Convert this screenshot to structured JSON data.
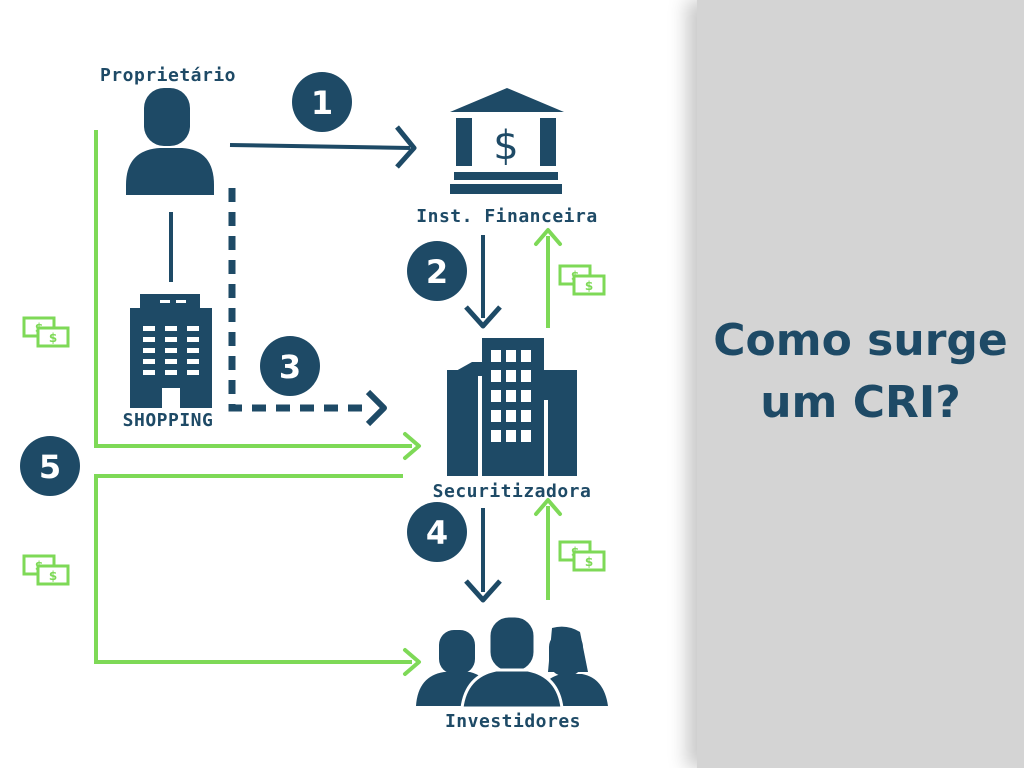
{
  "title_lines": [
    "Como surge",
    "um CRI?"
  ],
  "nodes": {
    "proprietario": "Proprietário",
    "inst_financeira": "Inst. Financeira",
    "shopping": "SHOPPING",
    "securitizadora": "Securitizadora",
    "investidores": "Investidores"
  },
  "steps": [
    "1",
    "2",
    "3",
    "4",
    "5"
  ],
  "colors": {
    "navy": "#1e4a66",
    "green": "#7ed957",
    "panel": "#d4d4d4"
  }
}
